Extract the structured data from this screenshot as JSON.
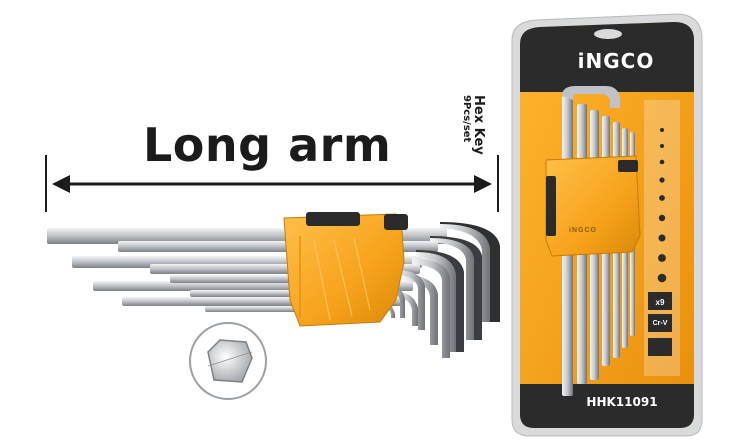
{
  "headline": "Long arm",
  "package": {
    "brand": "iNGCO",
    "title": "Hex Key",
    "subtitle": "9Pcs/set",
    "model": "HHK11091",
    "holder_logo": "iNGCO",
    "material_badge": "Cr-V",
    "quantity_badge": "x9"
  },
  "colors": {
    "accent": "#f7a21b",
    "accent_dark": "#d98a0a",
    "dark": "#2b2b2b",
    "steel": "#c9ccd0",
    "text": "#1b1b1b"
  },
  "icons": {
    "dimension_arrow": "double-arrow-icon",
    "hex_tip": "hex-tip-closeup-icon"
  }
}
